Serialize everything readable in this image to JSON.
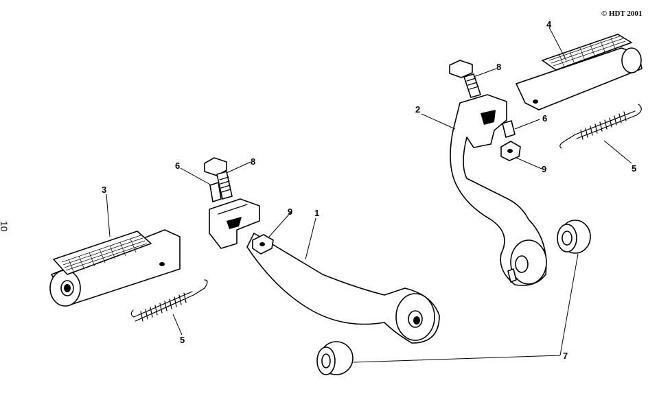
{
  "copyright": "© HDT 2001",
  "page_number": "10",
  "parts": [
    {
      "id": "1",
      "label": "1"
    },
    {
      "id": "2",
      "label": "2"
    },
    {
      "id": "3",
      "label": "3"
    },
    {
      "id": "4",
      "label": "4"
    },
    {
      "id": "5a",
      "label": "5"
    },
    {
      "id": "5b",
      "label": "5"
    },
    {
      "id": "6a",
      "label": "6"
    },
    {
      "id": "6b",
      "label": "6"
    },
    {
      "id": "7",
      "label": "7"
    },
    {
      "id": "8a",
      "label": "8"
    },
    {
      "id": "8b",
      "label": "8"
    },
    {
      "id": "9a",
      "label": "9"
    },
    {
      "id": "9b",
      "label": "9"
    }
  ]
}
